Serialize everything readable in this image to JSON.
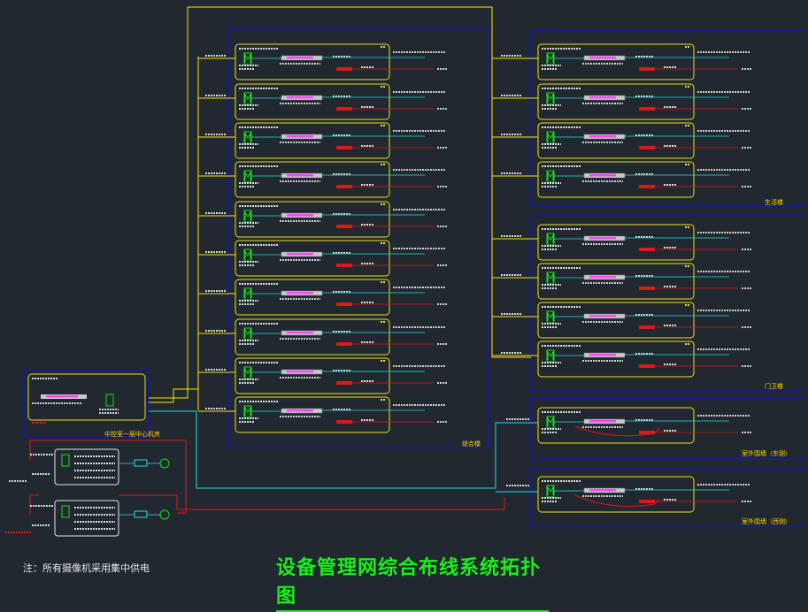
{
  "title": "设备管理网综合布线系统拓扑图",
  "note": "注：所有摄像机采用集中供电",
  "regions": {
    "center": "中控室一层中心机房",
    "main": "综合楼",
    "right_top": "生活楼",
    "right_mid": "门卫楼",
    "right_b1": "室外围墙（东侧）",
    "right_b2": "室外围墙（西侧）"
  },
  "colors": {
    "background": "#212830",
    "building_border": "#1414c8",
    "node_border": "#f0e020",
    "fiber": "#ffe600",
    "data": "#20e0e0",
    "power": "#e01818",
    "switch_icon": "#19e019",
    "device": "#ff40ff",
    "title": "#19f019"
  }
}
